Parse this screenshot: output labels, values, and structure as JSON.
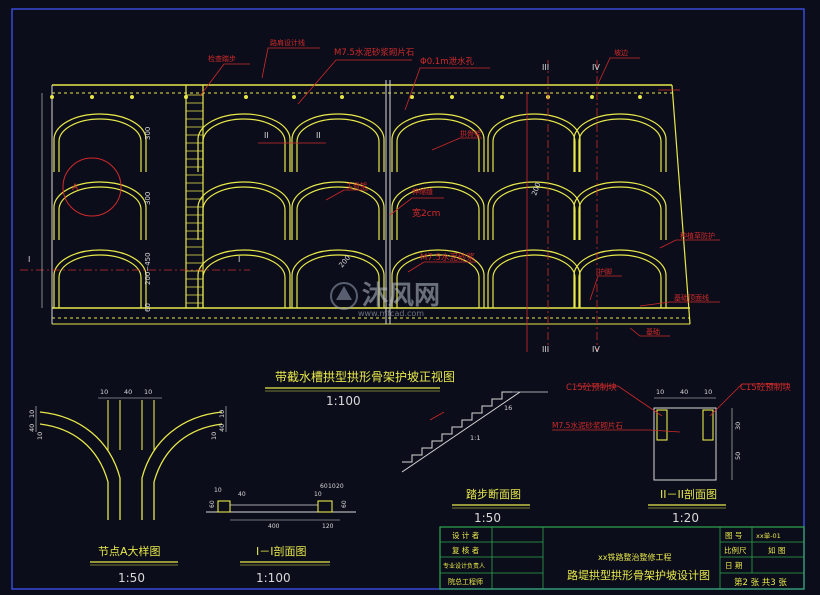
{
  "main_view": {
    "title": "带截水槽拱型拱形骨架护坡正视图",
    "scale": "1:100",
    "labels": {
      "top_line": "路肩设计线",
      "mortar_stone": "M7.5水泥砂浆砌片石",
      "drain_hole": "Φ0.1m泄水孔",
      "step_stair": "检查踏步",
      "arch_frame": "拱骨架",
      "main_frame": "主骨架",
      "expansion_joint": "伸缩缝",
      "joint_width": "宽2cm",
      "mortar_stone_2": "M7.5水泥砂浆",
      "slope_line": "坡边",
      "flat_slope": "种植草防护",
      "toe": "护脚",
      "ground_line": "基础顶面线",
      "base_ground": "基础",
      "node_a": "A",
      "dims_v": [
        "300",
        "300",
        "200~450",
        "60"
      ],
      "dim_diag": "200",
      "sec_I": "I",
      "sec_II": "II",
      "sec_III": "III",
      "sec_IV": "IV"
    }
  },
  "node_detail": {
    "title": "节点A大样图",
    "scale": "1:50",
    "dims": [
      "10",
      "40",
      "10",
      "10",
      "40",
      "10",
      "10",
      "40",
      "10"
    ]
  },
  "section_I": {
    "title": "I－I剖面图",
    "scale": "1:100",
    "dims": [
      "10",
      "60",
      "400",
      "120",
      "40",
      "60",
      "10",
      "20",
      "60",
      "10"
    ]
  },
  "step_section": {
    "title": "踏步断面图",
    "scale": "1:50",
    "dims": [
      "1:1",
      "16"
    ]
  },
  "section_II": {
    "title": "II－II剖面图",
    "scale": "1:20",
    "labels": {
      "c15_left": "C15砼预制块",
      "c15_right": "C15砼预制块",
      "mortar": "M7.5水泥砂浆砌片石"
    },
    "dims": [
      "10",
      "40",
      "10",
      "30",
      "50"
    ]
  },
  "watermark": {
    "brand": "沐风网",
    "url": "www.mfcad.com"
  },
  "title_block": {
    "rows": [
      {
        "label": "设 计 者"
      },
      {
        "label": "复 核 者"
      },
      {
        "label": "专业设计负责人"
      },
      {
        "label": "院总工程师"
      }
    ],
    "project": "xx铁路整治整修工程",
    "drawing_name": "路堤拱型拱形骨架护坡设计图",
    "right": {
      "drawing_no_label": "图 号",
      "drawing_no": "xx单-01",
      "scale_label": "比例尺",
      "scale": "如 图",
      "date_label": "日 期",
      "date": "",
      "sheet": "第2 张 共3 张"
    }
  },
  "colors": {
    "background": "#0b0d1a",
    "line_yellow": "#e8e84a",
    "line_white": "#d8d8d8",
    "line_red": "#d02a2a",
    "line_green": "#2fa84f",
    "frame_blue": "#3a4ad8"
  }
}
